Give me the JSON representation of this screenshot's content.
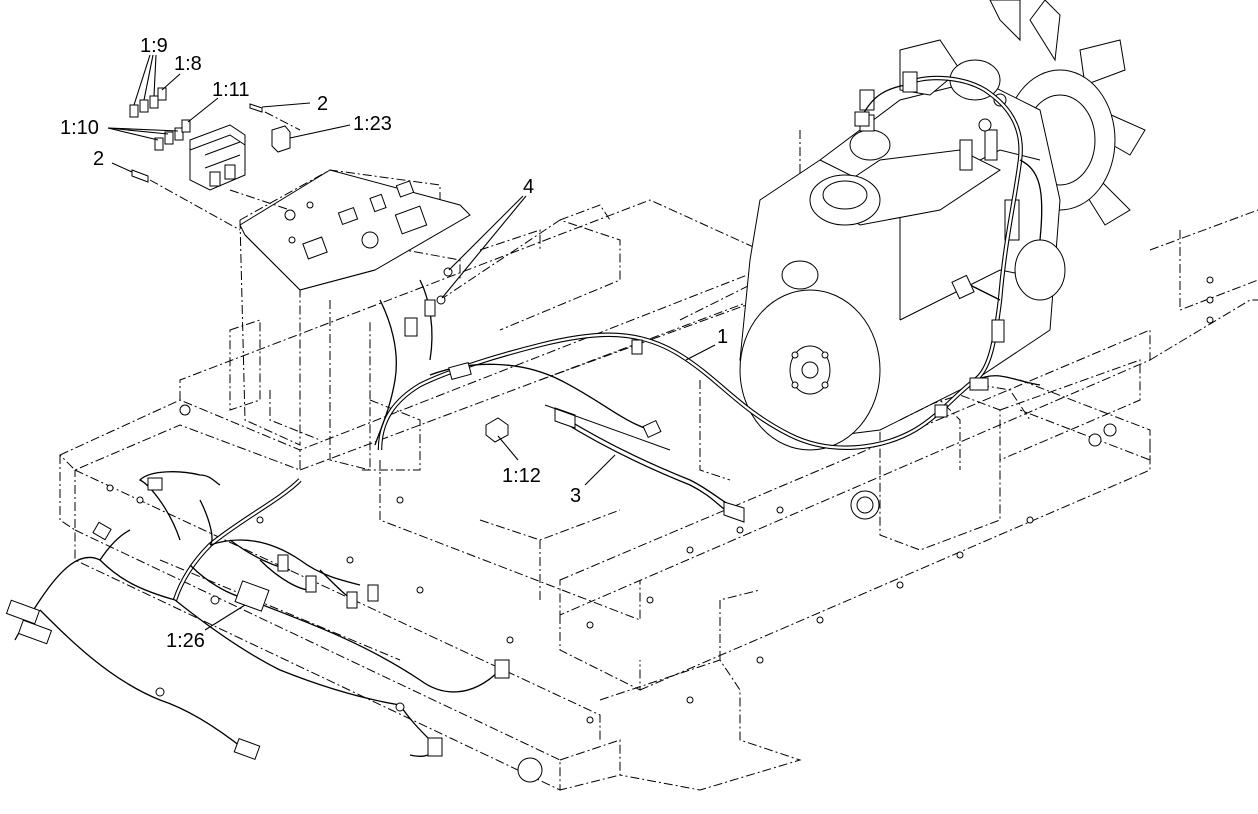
{
  "callouts": [
    {
      "id": "c-1-9",
      "text": "1:9"
    },
    {
      "id": "c-1-8",
      "text": "1:8"
    },
    {
      "id": "c-1-11",
      "text": "1:11"
    },
    {
      "id": "c-2-top",
      "text": "2"
    },
    {
      "id": "c-1-23",
      "text": "1:23"
    },
    {
      "id": "c-1-10",
      "text": "1:10"
    },
    {
      "id": "c-2-left",
      "text": "2"
    },
    {
      "id": "c-4",
      "text": "4"
    },
    {
      "id": "c-1",
      "text": "1"
    },
    {
      "id": "c-1-12",
      "text": "1:12"
    },
    {
      "id": "c-3",
      "text": "3"
    },
    {
      "id": "c-1-26",
      "text": "1:26"
    }
  ]
}
